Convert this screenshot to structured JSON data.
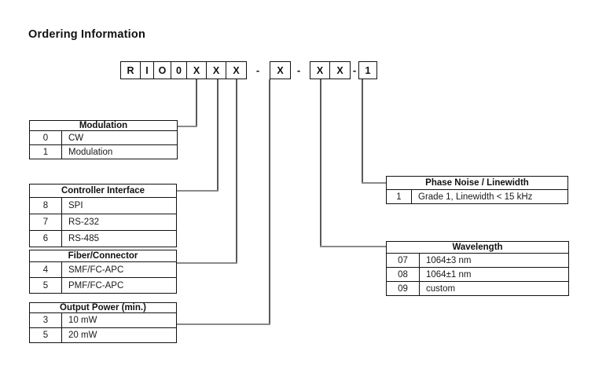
{
  "title": "Ordering Information",
  "part_number": {
    "group1": [
      "R",
      "I",
      "O",
      "0",
      "X",
      "X",
      "X"
    ],
    "dash": "-",
    "single": "X",
    "pair": [
      "X",
      "X"
    ],
    "last": "1"
  },
  "tables": {
    "modulation": {
      "title": "Modulation",
      "rows": [
        [
          "0",
          "CW"
        ],
        [
          "1",
          "Modulation"
        ]
      ]
    },
    "controller_interface": {
      "title": "Controller Interface",
      "rows": [
        [
          "8",
          "SPI"
        ],
        [
          "7",
          "RS-232"
        ],
        [
          "6",
          "RS-485"
        ]
      ]
    },
    "fiber_connector": {
      "title": "Fiber/Connector",
      "rows": [
        [
          "4",
          "SMF/FC-APC"
        ],
        [
          "5",
          "PMF/FC-APC"
        ]
      ]
    },
    "output_power": {
      "title": "Output Power (min.)",
      "rows": [
        [
          "3",
          "10 mW"
        ],
        [
          "5",
          "20 mW"
        ]
      ]
    },
    "phase_noise": {
      "title": "Phase Noise / Linewidth",
      "rows": [
        [
          "1",
          "Grade 1, Linewidth < 15 kHz"
        ]
      ]
    },
    "wavelength": {
      "title": "Wavelength",
      "rows": [
        [
          "07",
          "1064±3 nm"
        ],
        [
          "08",
          "1064±1 nm"
        ],
        [
          "09",
          "custom"
        ]
      ]
    }
  },
  "colors": {
    "border": "#111111",
    "vertical_line": "#5a5a5a",
    "horizontal_line": "#8a8a8a",
    "text": "#1a1a1a",
    "background": "#ffffff"
  }
}
